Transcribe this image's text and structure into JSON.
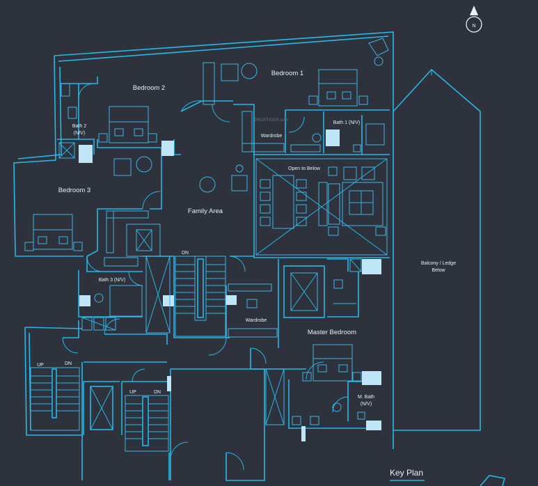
{
  "rooms": {
    "bedroom1": "Bedroom  1",
    "bedroom2": "Bedroom  2",
    "bedroom3": "Bedroom 3",
    "bath2_line1": "Bath 2",
    "bath2_line2": "(N/V)",
    "bath1": "Bath 1 (N/V)",
    "wardrobe_top": "Wardrobe",
    "open_to_below": "Open to Below",
    "family_area": "Family Area",
    "bath3": "Bath 3 (N/V)",
    "wardrobe_mid": "Wardrobe",
    "master_bedroom": "Master Bedroom",
    "mbath_line1": "M. Bath",
    "mbath_line2": "(N/V)",
    "balcony_line1": "Balcony / Ledge",
    "balcony_line2": "Below"
  },
  "stairs": {
    "dn_main": "DN",
    "up_left": "UP",
    "dn_left": "DN",
    "up_right": "UP",
    "dn_right": "DN"
  },
  "compass": {
    "letter": "N"
  },
  "key_plan": {
    "label": "Key Plan"
  },
  "watermark": "PROPTIGER.com",
  "colors": {
    "background": "#2d323c",
    "line": "#27b8e6",
    "fixture": "#bfe6f7"
  }
}
